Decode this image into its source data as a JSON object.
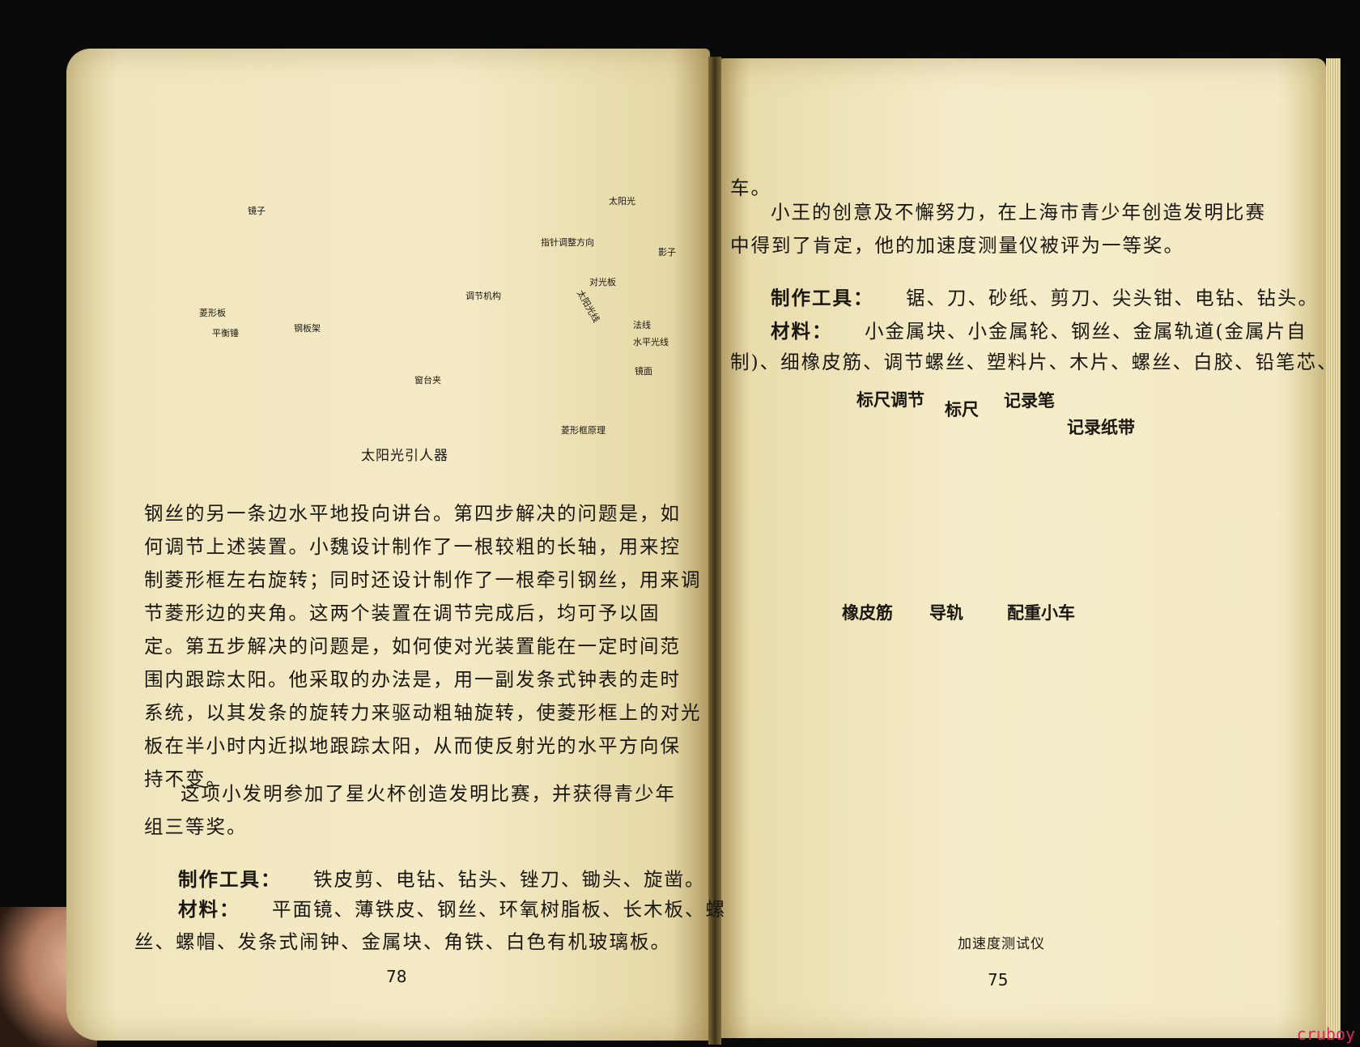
{
  "left_page": {
    "figure_caption": "太阳光引人器",
    "figure_labels": {
      "mirror": "镜子",
      "rhombus": "菱形板",
      "counterweight": "平衡锤",
      "steel_frame": "钢板架",
      "adjust": "调节机构",
      "window_clamp": "窗台夹",
      "sunlight": "太阳光",
      "pointer_dir": "指针调整方向",
      "shadow": "影子",
      "align_plate": "对光板",
      "sun_ray": "太阳光线",
      "normal": "法线",
      "horizontal": "水平光线",
      "mirror_surface": "镜面",
      "principle": "菱形框原理"
    },
    "paragraph_lines": [
      "钢丝的另一条边水平地投向讲台。第四步解决的问题是，如",
      "何调节上述装置。小魏设计制作了一根较粗的长轴，用来控",
      "制菱形框左右旋转；同时还设计制作了一根牵引钢丝，用来调",
      "节菱形边的夹角。这两个装置在调节完成后，均可予以固",
      "定。第五步解决的问题是，如何使对光装置能在一定时间范",
      "围内跟踪太阳。他采取的办法是，用一副发条式钟表的走时",
      "系统，以其发条的旋转力来驱动粗轴旋转，使菱形框上的对光",
      "板在半小时内近拟地跟踪太阳，从而使反射光的水平方向保",
      "持不变。"
    ],
    "award_lines": [
      "这项小发明参加了星火杯创造发明比赛，并获得青少年",
      "组三等奖。"
    ],
    "tools_label": "制作工具：",
    "tools_text": "铁皮剪、电钻、钻头、锉刀、锄头、旋凿。",
    "materials_label": "材料：",
    "materials_line1": "平面镜、薄铁皮、钢丝、环氧树脂板、长木板、螺",
    "materials_line2": "丝、螺帽、发条式闹钟、金属块、角铁、白色有机玻璃板。",
    "page_number": "78"
  },
  "right_page": {
    "top_fragment": "车。",
    "award_lines": [
      "小王的创意及不懈努力，在上海市青少年创造发明比赛",
      "中得到了肯定，他的加速度测量仪被评为一等奖。"
    ],
    "tools_label": "制作工具：",
    "tools_text": "锯、刀、砂纸、剪刀、尖头钳、电钻、钻头。",
    "materials_label": "材料：",
    "materials_line1": "小金属块、小金属轮、钢丝、金属轨道(金属片自",
    "materials_line2": "制)、细橡皮筋、调节螺丝、塑料片、木片、螺丝、白胶、铅笔芯、",
    "figure_labels": {
      "ruler_adjust": "标尺调节",
      "ruler": "标尺",
      "pen": "记录笔",
      "paper": "记录纸带",
      "rubber": "橡皮筋",
      "rail": "导轨",
      "cart": "配重小车"
    },
    "figure_caption": "加速度测试仪",
    "page_number": "75"
  },
  "watermark": "cruboy"
}
